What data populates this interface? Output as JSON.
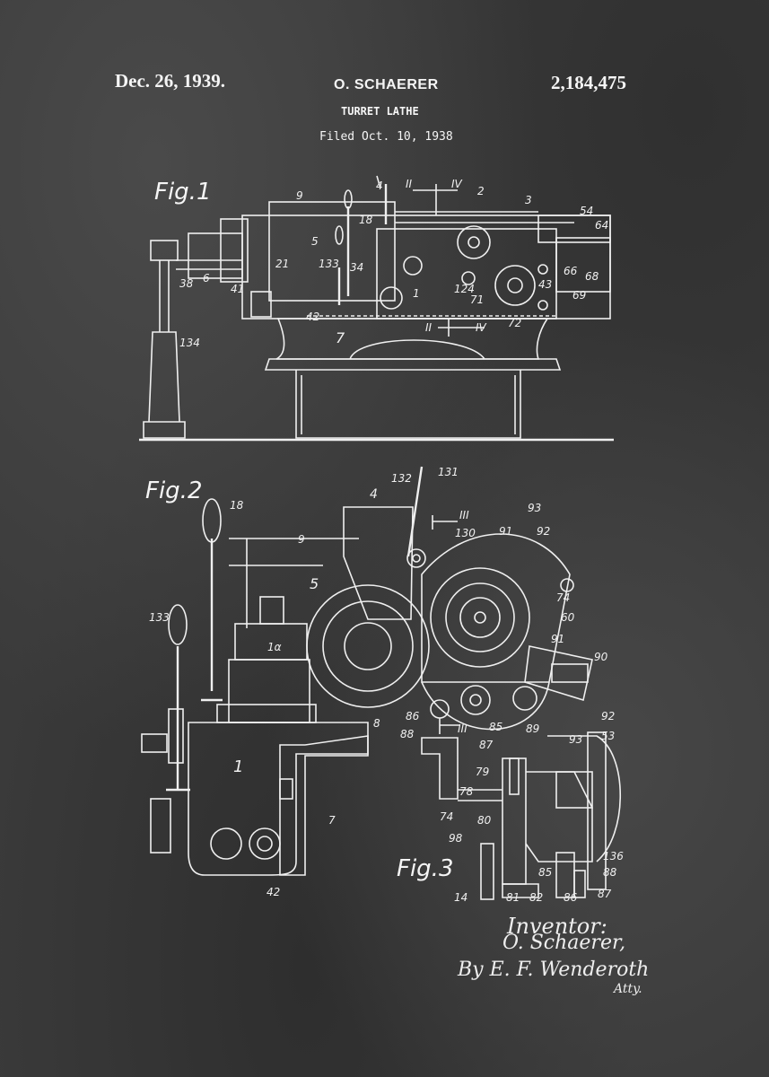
{
  "header": {
    "date": "Dec. 26, 1939.",
    "inventor": "O. SCHAERER",
    "patent_number": "2,184,475",
    "title": "TURRET LATHE",
    "filed": "Filed Oct. 10, 1938"
  },
  "figures": {
    "fig1": "Fig.1",
    "fig2": "Fig.2",
    "fig3": "Fig.3"
  },
  "fig1_labels": {
    "l9": "9",
    "l4": "4",
    "lII": "II",
    "lIV": "IV",
    "l2": "2",
    "l3": "3",
    "l54": "54",
    "l64": "64",
    "l18": "18",
    "l5": "5",
    "l21": "21",
    "l133": "133",
    "l34": "34",
    "l38": "38",
    "l6": "6",
    "l41": "41",
    "l1": "1",
    "l124": "124",
    "l71": "71",
    "l43": "43",
    "l66": "66",
    "l68": "68",
    "l69": "69",
    "l42": "42",
    "l7": "7",
    "l72": "72",
    "lII2": "II",
    "lIV2": "IV",
    "l134": "134"
  },
  "fig2_labels": {
    "l18": "18",
    "l4": "4",
    "l132": "132",
    "l131": "131",
    "l9": "9",
    "lIII": "III",
    "l130": "130",
    "l91": "91",
    "l93": "93",
    "l92": "92",
    "l5": "5",
    "l74": "74",
    "l60": "60",
    "l133": "133",
    "l1a": "1α",
    "l91b": "91",
    "l90": "90",
    "l86": "86",
    "l88": "88",
    "lIII2": "III",
    "l85": "85",
    "l89": "89",
    "l87": "87",
    "l8": "8",
    "l1": "1",
    "l7": "7",
    "l42": "42"
  },
  "fig3_labels": {
    "l92": "92",
    "l93": "93",
    "l53": "53",
    "l79": "79",
    "l78": "78",
    "l74": "74",
    "l80": "80",
    "l98": "98",
    "l136": "136",
    "l88": "88",
    "l85": "85",
    "l14": "14",
    "l81": "81",
    "l82": "82",
    "l86": "86",
    "l87": "87"
  },
  "signature": {
    "heading": "Inventor:",
    "name": "O. Schaerer,",
    "attorney": "By E. F. Wenderoth",
    "attorney_suffix": "Atty."
  }
}
